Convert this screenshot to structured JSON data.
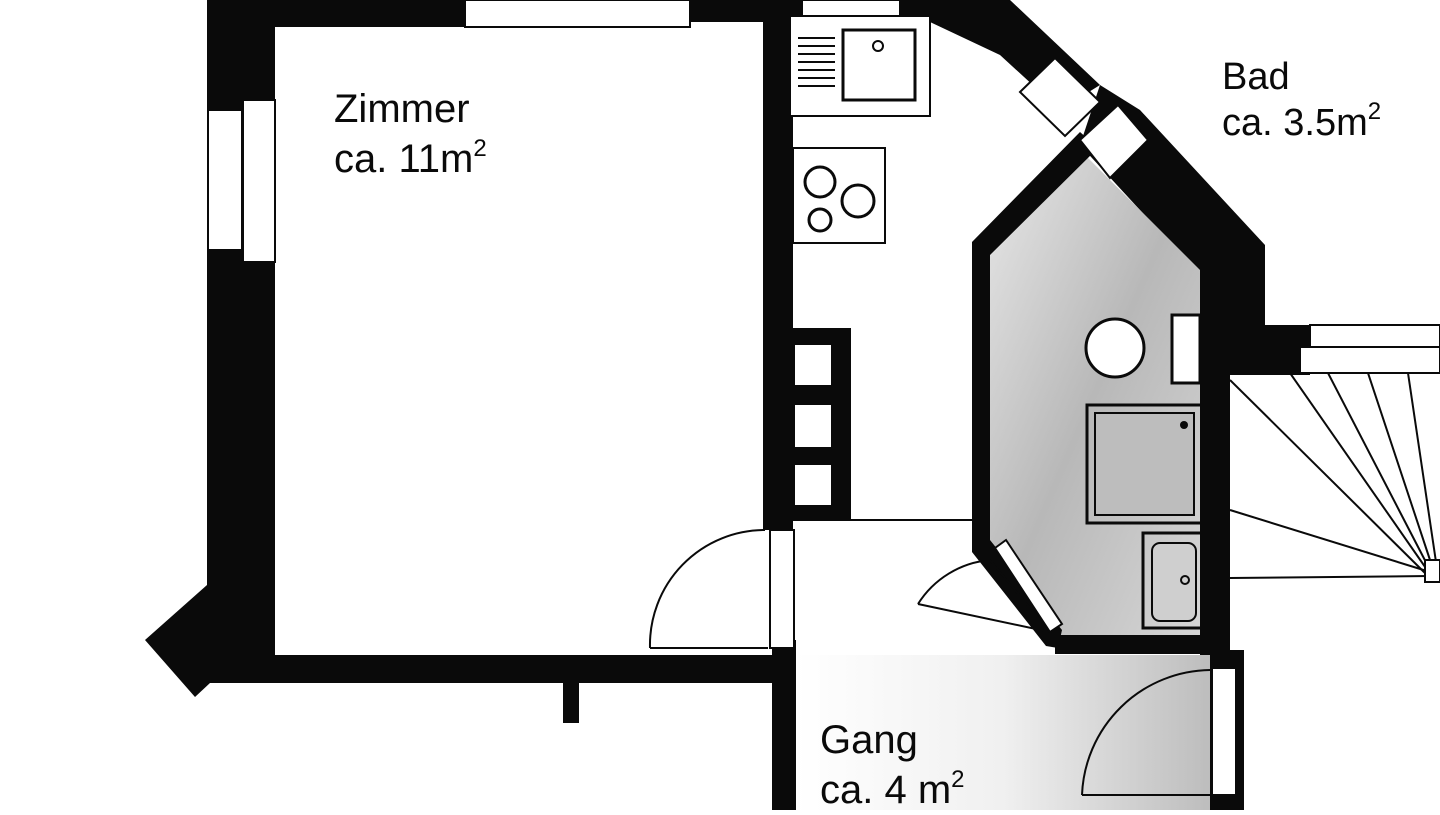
{
  "rooms": {
    "zimmer": {
      "name": "Zimmer",
      "area_prefix": "ca. 11m",
      "area_suffix": "2"
    },
    "bad": {
      "name": "Bad",
      "area_prefix": "ca. 3.5m",
      "area_suffix": "2"
    },
    "gang": {
      "name": "Gang",
      "area_prefix": "ca. 4 m",
      "area_suffix": "2"
    }
  },
  "colors": {
    "wall": "#0a0a0a",
    "floor": "#ffffff",
    "bath_shade": "#c4c4c4"
  }
}
